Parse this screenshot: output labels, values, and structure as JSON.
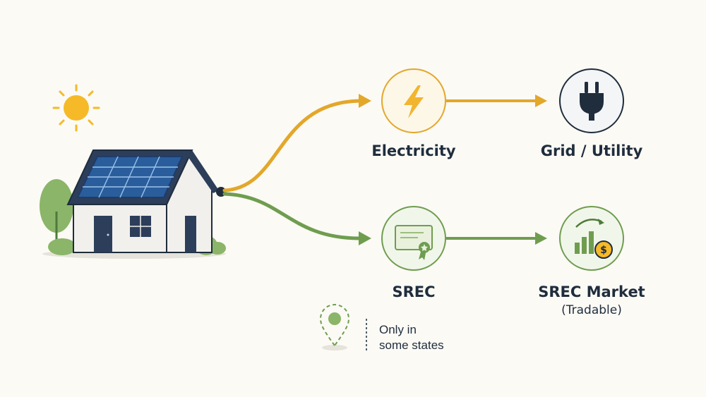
{
  "nodes": {
    "electricity": {
      "label": "Electricity",
      "icon": "lightning-bolt-icon"
    },
    "grid": {
      "label": "Grid / Utility",
      "icon": "plug-icon"
    },
    "srec": {
      "label": "SREC",
      "icon": "certificate-icon"
    },
    "srec_market": {
      "label": "SREC Market",
      "sublabel": "(Tradable)",
      "icon": "market-chart-dollar-icon"
    }
  },
  "note": {
    "line1": "Only in",
    "line2": "some states",
    "icon": "location-pin-icon"
  },
  "illustration": {
    "house": "house-with-solar-panels",
    "sun": "sun-icon",
    "tree": "tree-icon"
  },
  "colors": {
    "background": "#fbfaf5",
    "electricity_accent": "#e3a72a",
    "srec_accent": "#6f9d4f",
    "dark_navy": "#1f2d3d",
    "sun": "#f6b928"
  }
}
